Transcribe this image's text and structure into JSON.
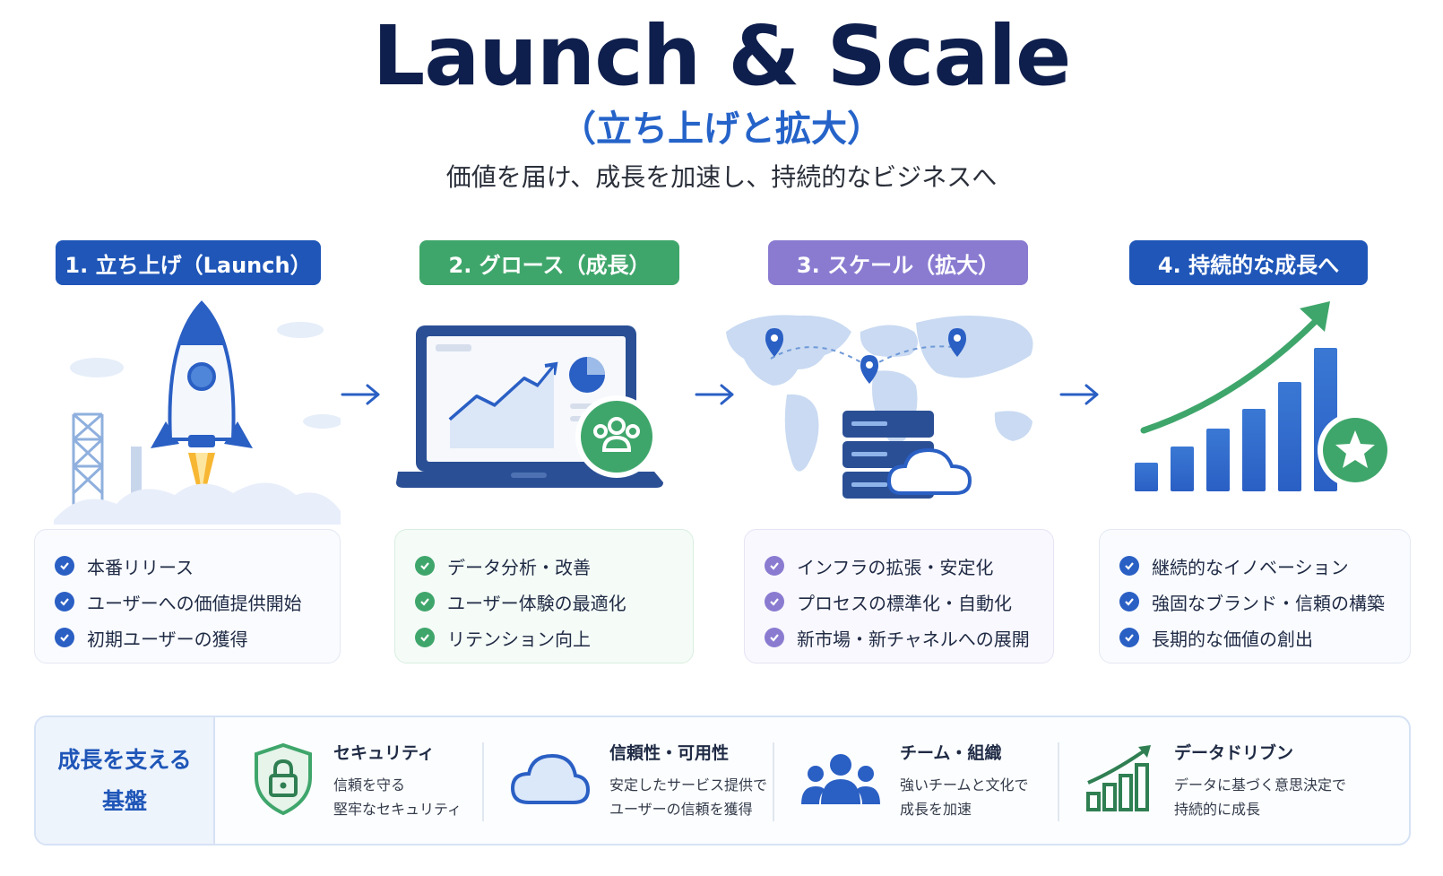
{
  "header": {
    "title": "Launch & Scale",
    "subtitle": "（立ち上げと拡大）",
    "tagline": "価値を届け、成長を加速し、持続的なビジネスへ"
  },
  "colors": {
    "navy": "#0f1f4d",
    "blue": "#2563c9",
    "green": "#3fa66b",
    "purple": "#8a7bd1",
    "dark_blue": "#1f56b8"
  },
  "stages": [
    {
      "label": "1. 立ち上げ（Launch）",
      "icon": "rocket-icon",
      "items": [
        "本番リリース",
        "ユーザーへの価値提供開始",
        "初期ユーザーの獲得"
      ]
    },
    {
      "label": "2. グロース（成長）",
      "icon": "laptop-analytics-icon",
      "items": [
        "データ分析・改善",
        "ユーザー体験の最適化",
        "リテンション向上"
      ]
    },
    {
      "label": "3. スケール（拡大）",
      "icon": "world-map-server-icon",
      "items": [
        "インフラの拡張・安定化",
        "プロセスの標準化・自動化",
        "新市場・新チャネルへの展開"
      ]
    },
    {
      "label": "4. 持続的な成長へ",
      "icon": "growth-chart-icon",
      "items": [
        "継続的なイノベーション",
        "強固なブランド・信頼の構築",
        "長期的な価値の創出"
      ]
    }
  ],
  "foundation": {
    "heading": "成長を支える\n基盤",
    "items": [
      {
        "title": "セキュリティ",
        "desc": "信頼を守る\n堅牢なセキュリティ",
        "icon": "shield-lock-icon"
      },
      {
        "title": "信頼性・可用性",
        "desc": "安定したサービス提供で\nユーザーの信頼を獲得",
        "icon": "cloud-icon"
      },
      {
        "title": "チーム・組織",
        "desc": "強いチームと文化で\n成長を加速",
        "icon": "team-icon"
      },
      {
        "title": "データドリブン",
        "desc": "データに基づく意思決定で\n持続的に成長",
        "icon": "bar-chart-icon"
      }
    ]
  }
}
